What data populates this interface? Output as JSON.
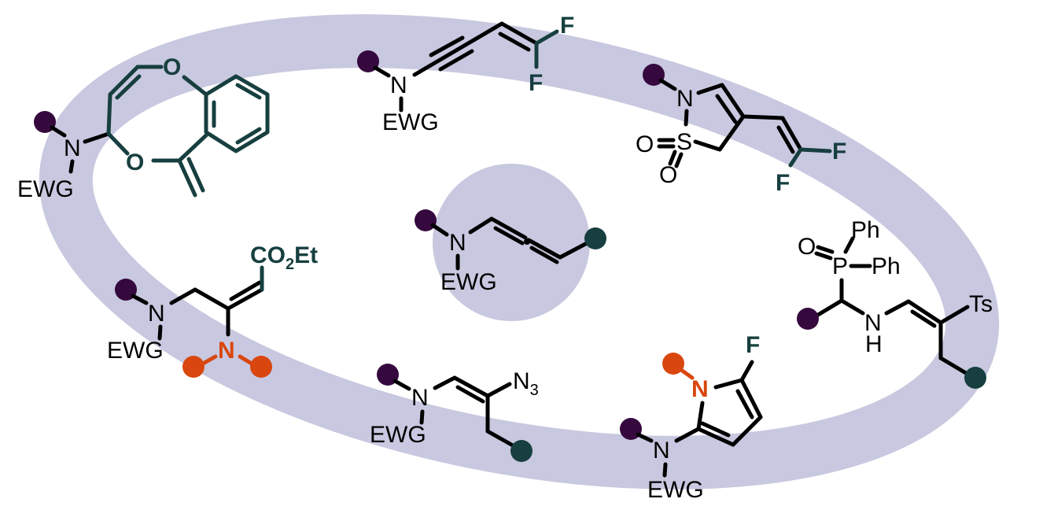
{
  "colors": {
    "ring": "#c8c8e0",
    "center_disc": "#c8c8e0",
    "dark_purple_dot": "#35093e",
    "teal_dot": "#173f3f",
    "orange_dot": "#d9470f",
    "teal_text": "#173f3f",
    "orange_text": "#d9470f"
  },
  "center": {
    "name": "N-allenamide (ynamide-derived allene)",
    "labels": {
      "n": "N",
      "ewg": "EWG"
    }
  },
  "structures": [
    {
      "id": "benzodioxepine",
      "labels": {
        "n": "N",
        "ewg": "EWG",
        "o_top": "O",
        "o_ring": "O"
      }
    },
    {
      "id": "difluoro-enynamide",
      "labels": {
        "n": "N",
        "ewg": "EWG",
        "f1": "F",
        "f2": "F"
      }
    },
    {
      "id": "sultam-difluorodiene",
      "labels": {
        "n": "N",
        "s": "S",
        "o1": "O",
        "o2": "O",
        "f1": "F",
        "f2": "F"
      }
    },
    {
      "id": "phosphine-oxide-enamine",
      "labels": {
        "o": "O",
        "p": "P",
        "ph1": "Ph",
        "ph2": "Ph",
        "n": "N",
        "h": "H",
        "ts": "Ts"
      }
    },
    {
      "id": "fluoropyrrole",
      "labels": {
        "n_pyrrole": "N",
        "f": "F",
        "n": "N",
        "ewg": "EWG"
      }
    },
    {
      "id": "azido-enamide",
      "labels": {
        "n": "N",
        "ewg": "EWG",
        "n3": "N",
        "n3_sub": "3"
      }
    },
    {
      "id": "amino-acrylate",
      "labels": {
        "n": "N",
        "ewg": "EWG",
        "co2et_a": "CO",
        "co2et_sub": "2",
        "co2et_b": "Et",
        "n_amine": "N"
      }
    }
  ]
}
